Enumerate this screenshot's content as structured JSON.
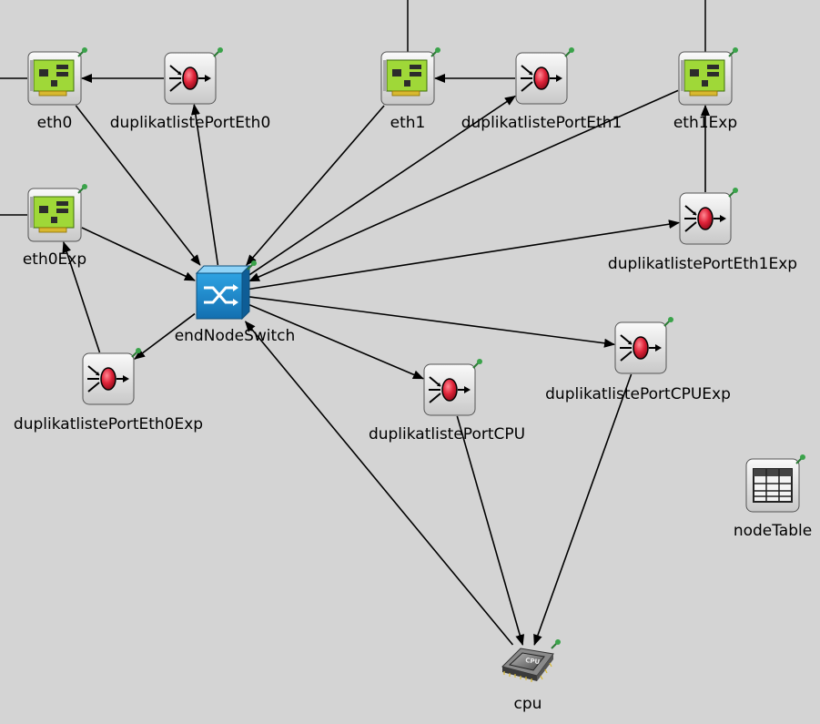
{
  "nodes": {
    "eth0": {
      "label": "eth0",
      "icon": "nic-card-icon"
    },
    "dupEth0": {
      "label": "duplikatlistePortEth0",
      "icon": "queue-filter-icon"
    },
    "eth1": {
      "label": "eth1",
      "icon": "nic-card-icon"
    },
    "dupEth1": {
      "label": "duplikatlistePortEth1",
      "icon": "queue-filter-icon"
    },
    "eth1Exp": {
      "label": "eth1Exp",
      "icon": "nic-card-icon"
    },
    "eth0Exp": {
      "label": "eth0Exp",
      "icon": "nic-card-icon"
    },
    "dupEth1Exp": {
      "label": "duplikatlistePortEth1Exp",
      "icon": "queue-filter-icon"
    },
    "switch": {
      "label": "endNodeSwitch",
      "icon": "switch-icon"
    },
    "dupEth0Exp": {
      "label": "duplikatlistePortEth0Exp",
      "icon": "queue-filter-icon"
    },
    "dupCPU": {
      "label": "duplikatlistePortCPU",
      "icon": "queue-filter-icon"
    },
    "dupCPUExp": {
      "label": "duplikatlistePortCPUExp",
      "icon": "queue-filter-icon"
    },
    "nodeTable": {
      "label": "nodeTable",
      "icon": "table-icon"
    },
    "cpu": {
      "label": "cpu",
      "icon": "cpu-chip-icon"
    }
  },
  "connections": [
    {
      "from": "dupEth0",
      "to": "eth0"
    },
    {
      "from": "dupEth1",
      "to": "eth1"
    },
    {
      "from": "dupEth1Exp",
      "to": "eth1Exp"
    },
    {
      "from": "dupEth0Exp",
      "to": "eth0Exp"
    },
    {
      "from": "eth0",
      "to": "switch"
    },
    {
      "from": "eth0Exp",
      "to": "switch"
    },
    {
      "from": "eth1",
      "to": "switch"
    },
    {
      "from": "eth1Exp",
      "to": "switch"
    },
    {
      "from": "cpu",
      "to": "switch"
    },
    {
      "from": "switch",
      "to": "dupEth0"
    },
    {
      "from": "switch",
      "to": "dupEth1"
    },
    {
      "from": "switch",
      "to": "dupEth1Exp"
    },
    {
      "from": "switch",
      "to": "dupEth0Exp"
    },
    {
      "from": "switch",
      "to": "dupCPU"
    },
    {
      "from": "switch",
      "to": "dupCPUExp"
    },
    {
      "from": "dupCPU",
      "to": "cpu"
    },
    {
      "from": "dupCPUExp",
      "to": "cpu"
    }
  ],
  "colors": {
    "background": "#d4d4d4",
    "nic_board": "#9fd838",
    "switch_blue": "#1e8fd0",
    "queue_red": "#d8182e",
    "status_green": "#3aa34a"
  }
}
